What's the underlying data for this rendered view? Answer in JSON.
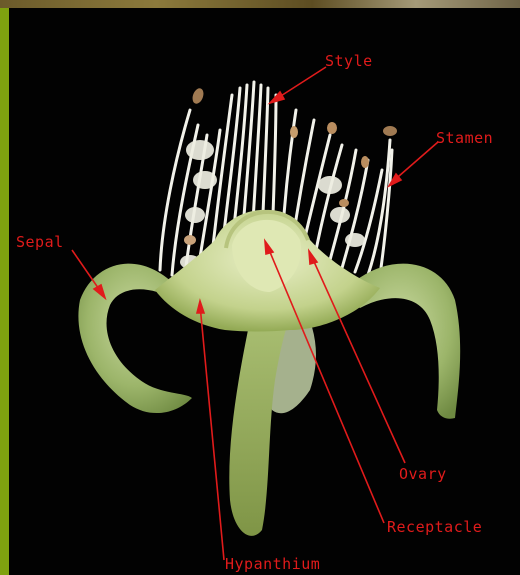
{
  "figure": {
    "labels": {
      "style": "Style",
      "stamen": "Stamen",
      "sepal": "Sepal",
      "ovary": "Ovary",
      "receptacle": "Receptacle",
      "hypanthium": "Hypanthium"
    },
    "colors": {
      "label": "#e01b1b",
      "background": "#000000",
      "left_bar": "#7fa10f"
    }
  }
}
